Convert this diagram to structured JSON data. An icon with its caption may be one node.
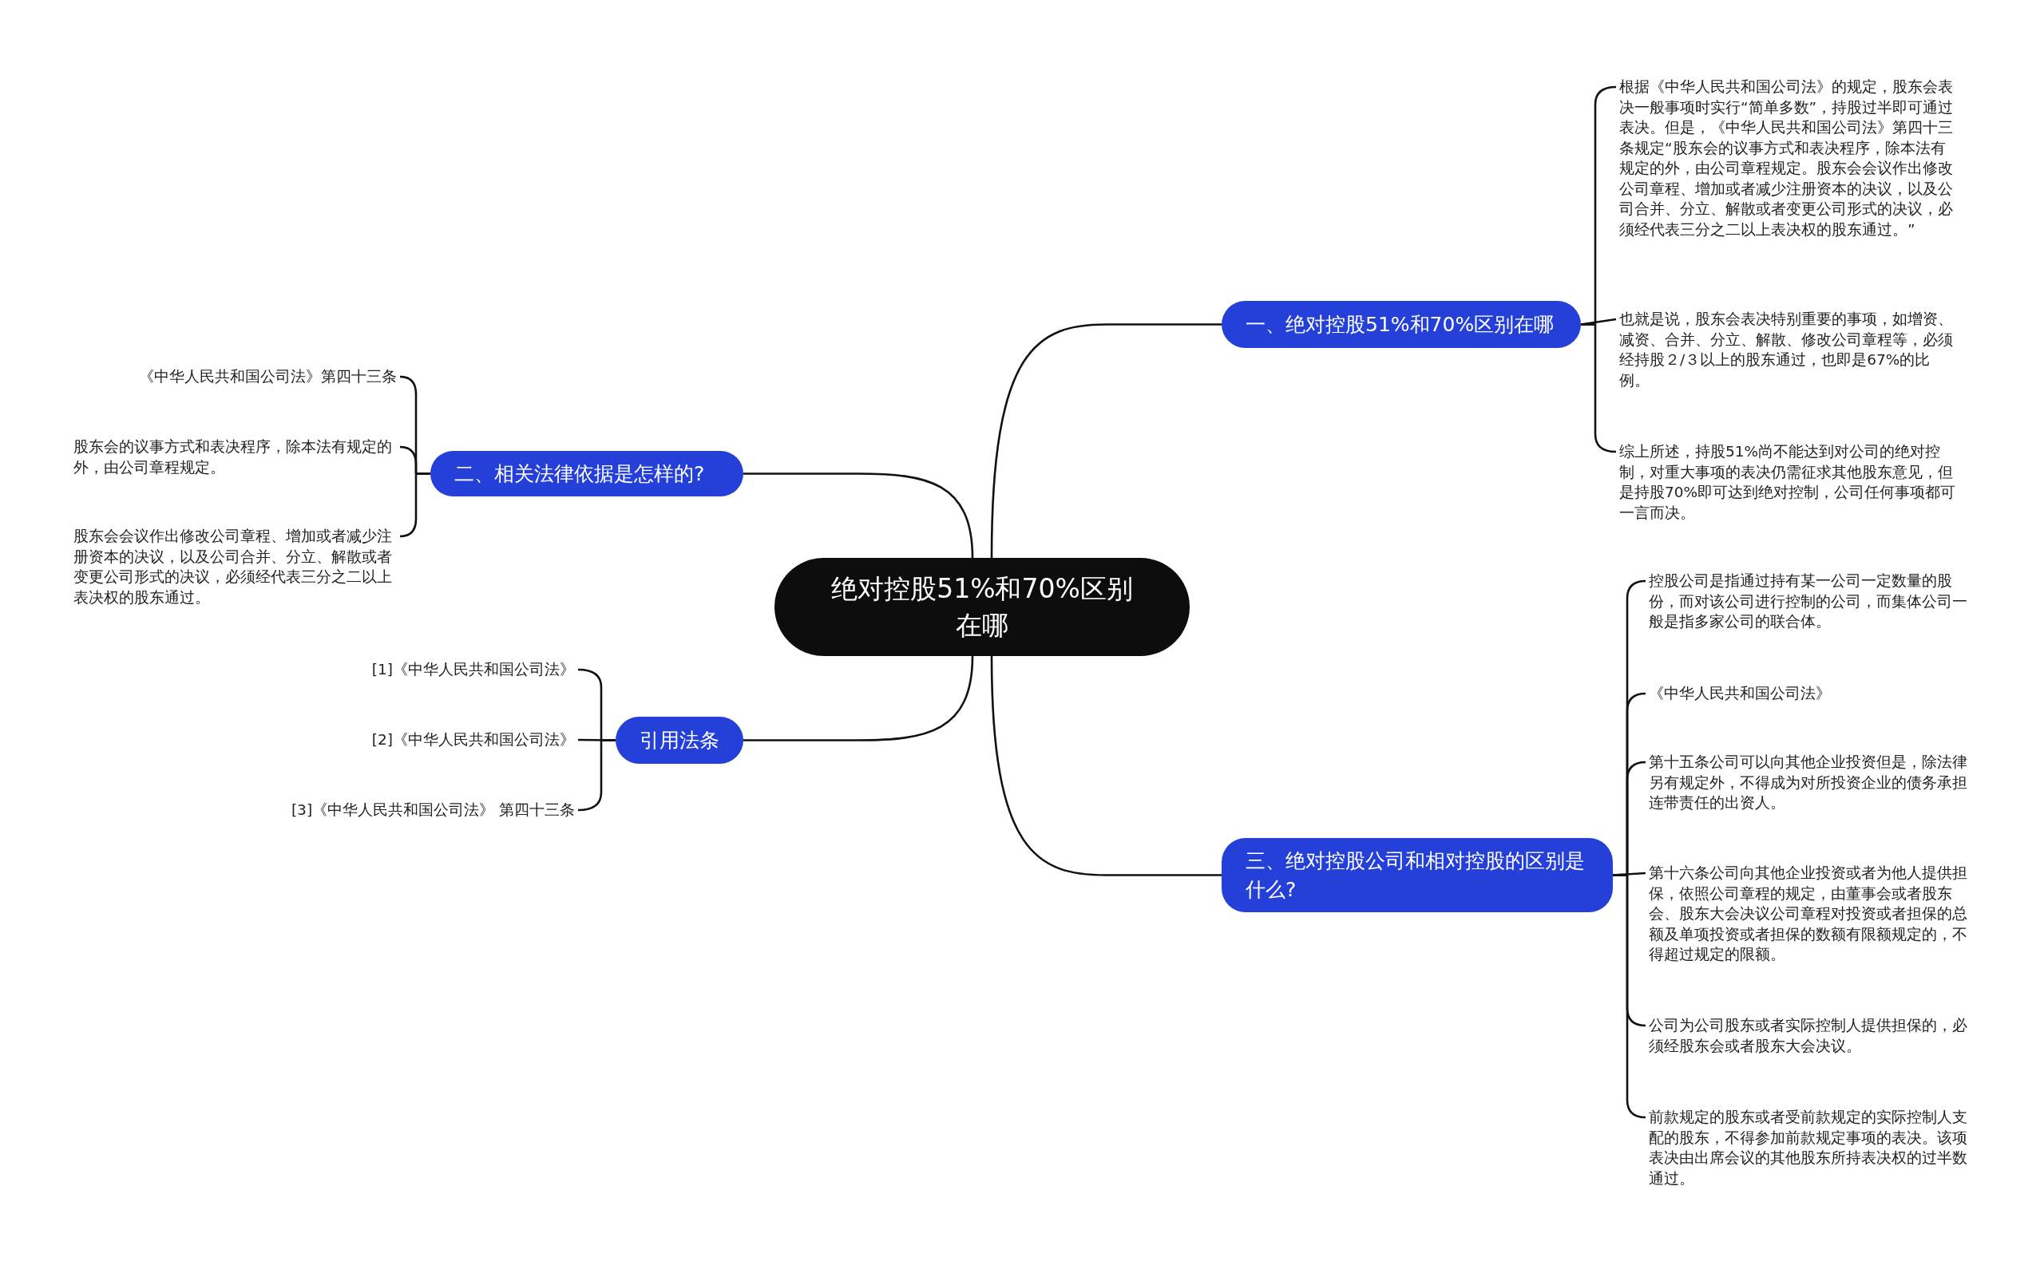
{
  "diagram": {
    "nodes": [
      {
        "text": [
          "绝对控股51%和70%区别在哪"
        ]
      },
      {
        "text": [
          "一、绝对控股51%和70%区别在哪"
        ]
      },
      {
        "text": [
          "根据《中华人民共和国公司法》的规定，股东会表决一般事项时实行“简单多数”，持股过半即可通过表决。但是，《中华人民共和国公司法》第四十三条规定“股东会的议事方式和表决程序，除本法有规定的外，由公司章程规定。股东会会议作出修改公司章程、增加或者减少注册资本的决议，以及公司合并、分立、解散或者变更公司形式的决议，必须经代表三分之二以上表决权的股东通过。”"
        ]
      },
      {
        "text": [
          "也就是说，股东会表决特别重要的事项，如增资、减资、合并、分立、解散、修改公司章程等，必须经持股２/３以上的股东通过，也即是67%的比例。"
        ]
      },
      {
        "text": [
          "综上所述，持股51%尚不能达到对公司的绝对控制，对重大事项的表决仍需征求其他股东意见，但是持股70%即可达到绝对控制，公司任何事项都可一言而决。"
        ]
      },
      {
        "text": [
          "二、相关法律依据是怎样的?"
        ]
      },
      {
        "text": [
          "《中华人民共和国公司法》第四十三条"
        ]
      },
      {
        "text": [
          "股东会的议事方式和表决程序，除本法有规定的外，由公司章程规定。"
        ]
      },
      {
        "text": [
          "股东会会议作出修改公司章程、增加或者减少注册资本的决议，以及公司合并、分立、解散或者变更公司形式的决议，必须经代表三分之二以上表决权的股东通过。"
        ]
      },
      {
        "text": [
          "引用法条"
        ]
      },
      {
        "text": [
          "[1]《中华人民共和国公司法》"
        ]
      },
      {
        "text": [
          "[2]《中华人民共和国公司法》"
        ]
      },
      {
        "text": [
          "[3]《中华人民共和国公司法》 第四十三条"
        ]
      },
      {
        "text": [
          "三、绝对控股公司和相对控股的区别是什么?"
        ]
      },
      {
        "text": [
          "控股公司是指通过持有某一公司一定数量的股份，而对该公司进行控制的公司，而集体公司一般是指多家公司的联合体。"
        ]
      },
      {
        "text": [
          "《中华人民共和国公司法》"
        ]
      },
      {
        "text": [
          "第十五条公司可以向其他企业投资但是，除法律另有规定外，不得成为对所投资企业的债务承担连带责任的出资人。"
        ]
      },
      {
        "text": [
          "第十六条公司向其他企业投资或者为他人提供担保，依照公司章程的规定，由董事会或者股东会、股东大会决议公司章程对投资或者担保的总额及单项投资或者担保的数额有限额规定的，不得超过规定的限额。"
        ]
      },
      {
        "text": [
          "公司为公司股东或者实际控制人提供担保的，必须经股东会或者股东大会决议。"
        ]
      },
      {
        "text": [
          "前款规定的股东或者受前款规定的实际控制人支配的股东，不得参加前款规定事项的表决。该项表决由出席会议的其他股东所持表决权的过半数通过。"
        ]
      }
    ],
    "edges": [
      {
        "from": 0,
        "to": 1,
        "arrow": "none"
      },
      {
        "from": 1,
        "to": 2,
        "arrow": "none"
      },
      {
        "from": 1,
        "to": 3,
        "arrow": "none"
      },
      {
        "from": 1,
        "to": 4,
        "arrow": "none"
      },
      {
        "from": 0,
        "to": 5,
        "arrow": "none"
      },
      {
        "from": 5,
        "to": 6,
        "arrow": "none"
      },
      {
        "from": 5,
        "to": 7,
        "arrow": "none"
      },
      {
        "from": 5,
        "to": 8,
        "arrow": "none"
      },
      {
        "from": 0,
        "to": 9,
        "arrow": "none"
      },
      {
        "from": 9,
        "to": 10,
        "arrow": "none"
      },
      {
        "from": 9,
        "to": 11,
        "arrow": "none"
      },
      {
        "from": 9,
        "to": 12,
        "arrow": "none"
      },
      {
        "from": 0,
        "to": 13,
        "arrow": "none"
      },
      {
        "from": 13,
        "to": 14,
        "arrow": "none"
      },
      {
        "from": 13,
        "to": 15,
        "arrow": "none"
      },
      {
        "from": 13,
        "to": 16,
        "arrow": "none"
      },
      {
        "from": 13,
        "to": 17,
        "arrow": "none"
      },
      {
        "from": 13,
        "to": 18,
        "arrow": "none"
      },
      {
        "from": 13,
        "to": 19,
        "arrow": "none"
      }
    ]
  }
}
